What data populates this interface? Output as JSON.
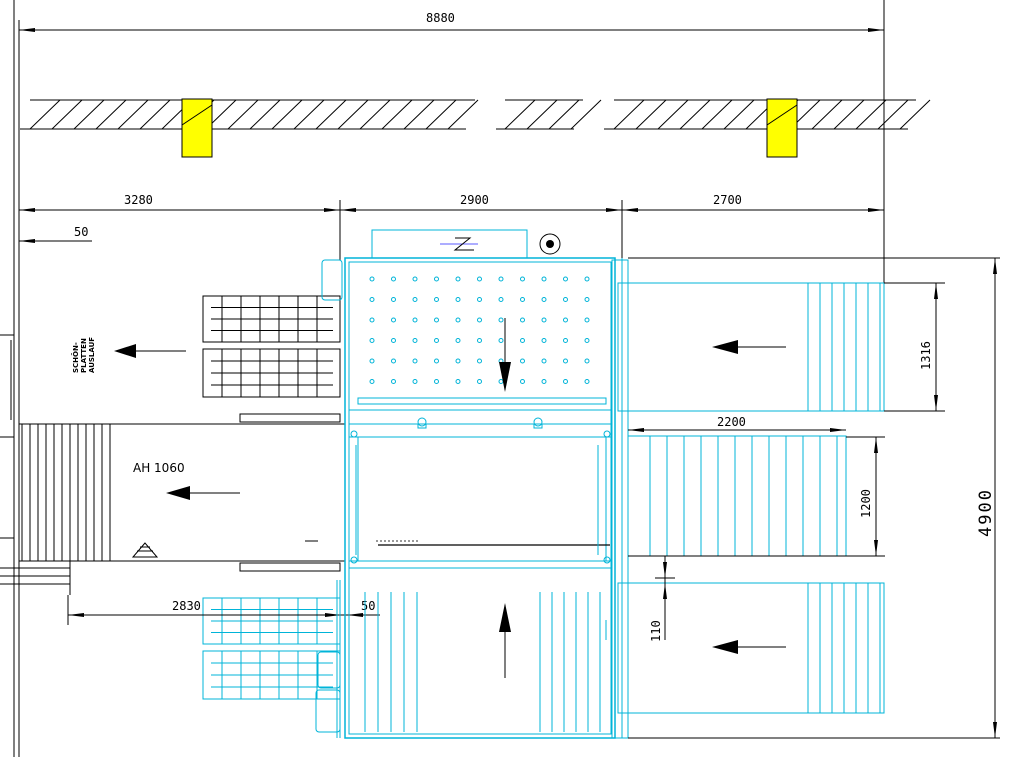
{
  "dimensions": {
    "total_width": "8880",
    "left_section": "3280",
    "middle_section": "2900",
    "right_section": "2700",
    "left_offset": "50",
    "lower_left": "2830",
    "lower_gap": "50",
    "right_upper_height": "1316",
    "right_conveyor_width": "2200",
    "right_middle_height": "1200",
    "right_gap": "110",
    "total_height": "4900"
  },
  "labels": {
    "machine": "AH 1060",
    "outfeed_line1": "SCHÖN-",
    "outfeed_line2": "PLATTEN",
    "outfeed_line3": "AUSLAUF"
  },
  "colors": {
    "machine_lines": "#00b4d8",
    "columns": "#ffff00",
    "dimension_lines": "#000000"
  }
}
